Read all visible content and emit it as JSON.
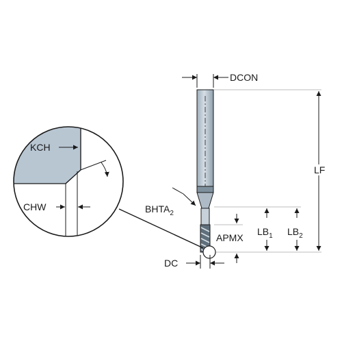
{
  "labels": {
    "dcon": "DCON",
    "lf": "LF",
    "bhta": "BHTA",
    "bhta_sub": "2",
    "apmx": "APMX",
    "lb1": "LB",
    "lb1_sub": "1",
    "lb2": "LB",
    "lb2_sub": "2",
    "dc": "DC",
    "kch": "KCH",
    "chw": "CHW"
  },
  "colors": {
    "tool_fill": "#c2cdd6",
    "tool_dark": "#5f6f7c",
    "chamfer_fill": "#b8c6d2",
    "line": "#1a1a1a",
    "ref_line": "#bdbdbd"
  }
}
